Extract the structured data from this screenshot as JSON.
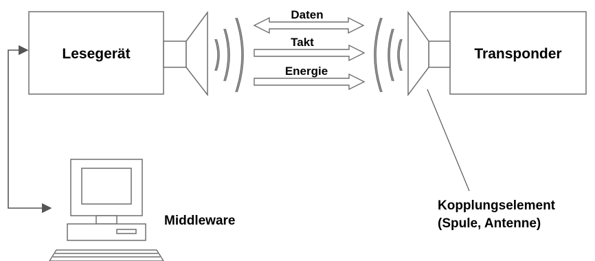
{
  "diagram": {
    "reader_label": "Lesegerät",
    "transponder_label": "Transponder",
    "signals": {
      "data_label": "Daten",
      "clock_label": "Takt",
      "energy_label": "Energie"
    },
    "middleware_label": "Middleware",
    "coupling_label_line1": "Kopplungselement",
    "coupling_label_line2": "(Spule, Antenne)"
  }
}
